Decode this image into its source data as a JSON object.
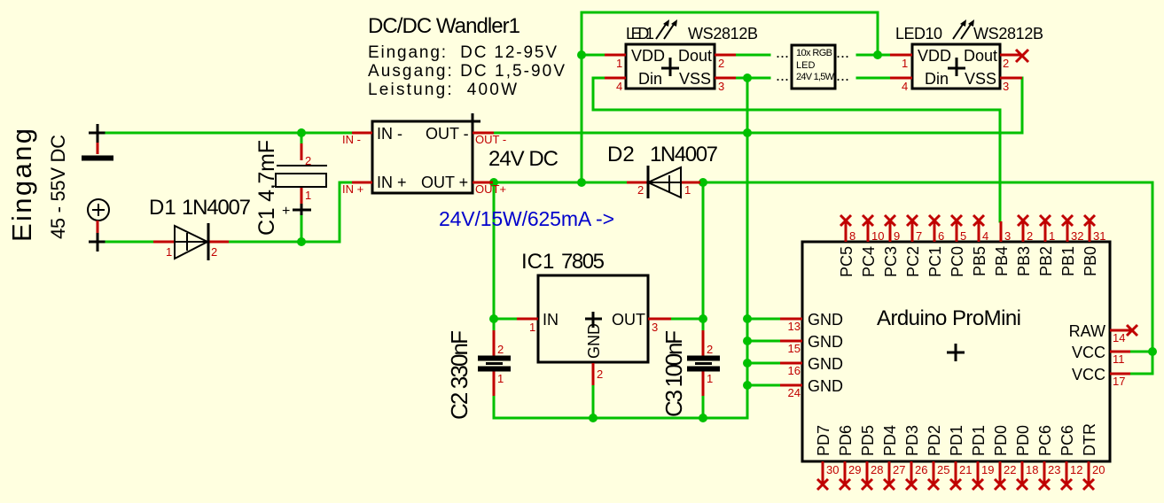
{
  "colors": {
    "background": "#FFFFE0",
    "wire": "#00C000",
    "pin": "#C00000",
    "outline": "#000000",
    "note": "#0000CC"
  },
  "input_connector": {
    "title": "Eingang",
    "voltage": "45 - 55V DC",
    "plus_symbol": "+"
  },
  "d1": {
    "name": "D1",
    "value": "1N4007",
    "pin1": "1",
    "pin2": "2"
  },
  "c1": {
    "label": "C1 4,7mF",
    "pin1": "1",
    "pin2": "2",
    "polarity": "+"
  },
  "dcdc": {
    "name": "DC/DC Wandler1",
    "spec_input": "Eingang:  DC 12-95V",
    "spec_output": "Ausgang: DC 1,5-90V",
    "spec_power": "Leistung:  400W",
    "in_minus": "IN -",
    "in_plus": "IN +",
    "out_minus": "OUT -",
    "out_plus": "OUT +",
    "pad_in_minus": "IN -",
    "pad_in_plus": "IN +",
    "pad_out_minus": "OUT -",
    "pad_out_plus": "OUT+",
    "output_label": "24V DC"
  },
  "note": "24V/15W/625mA ->",
  "d2": {
    "name": "D2",
    "value": "1N4007",
    "pin1": "1",
    "pin2": "2"
  },
  "ic1": {
    "name": "IC1",
    "value": "7805",
    "in": "IN",
    "out": "OUT",
    "gnd": "GND",
    "pin_in": "1",
    "pin_gnd": "2",
    "pin_out": "3"
  },
  "c2": {
    "label": "C2 330nF",
    "pin1": "1",
    "pin2": "2"
  },
  "c3": {
    "label": "C3 100nF",
    "pin1": "1",
    "pin2": "2"
  },
  "led1": {
    "name": "LED1",
    "value": "WS2812B",
    "vdd": "VDD",
    "dout": "Dout",
    "din": "Din",
    "vss": "VSS",
    "pin_vdd": "1",
    "pin_dout": "2",
    "pin_vss": "3",
    "pin_din": "4"
  },
  "led_chain": {
    "line1": "10x RGB",
    "line2": "LED",
    "line3": "24V 1,5W",
    "ellipsis": "..."
  },
  "led10": {
    "name": "LED10",
    "value": "WS2812B",
    "vdd": "VDD",
    "dout": "Dout",
    "din": "Din",
    "vss": "VSS",
    "pin_vdd": "1",
    "pin_dout": "2",
    "pin_vss": "3",
    "pin_din": "4"
  },
  "arduino": {
    "name": "Arduino ProMini",
    "top_pins": [
      {
        "name": "PC5",
        "number": "8",
        "nc": true
      },
      {
        "name": "PC4",
        "number": "10",
        "nc": true
      },
      {
        "name": "PC3",
        "number": "9",
        "nc": true
      },
      {
        "name": "PC2",
        "number": "7",
        "nc": true
      },
      {
        "name": "PC1",
        "number": "6",
        "nc": true
      },
      {
        "name": "PC0",
        "number": "5",
        "nc": true
      },
      {
        "name": "PB5",
        "number": "4",
        "nc": true
      },
      {
        "name": "PB4",
        "number": "3",
        "nc": false
      },
      {
        "name": "PB3",
        "number": "2",
        "nc": true
      },
      {
        "name": "PB2",
        "number": "1",
        "nc": true
      },
      {
        "name": "PB1",
        "number": "32",
        "nc": true
      },
      {
        "name": "PB0",
        "number": "31",
        "nc": true
      }
    ],
    "bottom_pins": [
      {
        "name": "PD7",
        "number": "30",
        "nc": true
      },
      {
        "name": "PD6",
        "number": "29",
        "nc": true
      },
      {
        "name": "PD5",
        "number": "28",
        "nc": true
      },
      {
        "name": "PD4",
        "number": "27",
        "nc": true
      },
      {
        "name": "PD3",
        "number": "26",
        "nc": true
      },
      {
        "name": "PD2",
        "number": "25",
        "nc": true
      },
      {
        "name": "PD1",
        "number": "21",
        "nc": true
      },
      {
        "name": "PD1",
        "number": "19",
        "nc": true
      },
      {
        "name": "PD0",
        "number": "22",
        "nc": true
      },
      {
        "name": "PD0",
        "number": "18",
        "nc": true
      },
      {
        "name": "PC6",
        "number": "23",
        "nc": true
      },
      {
        "name": "PC6",
        "number": "12",
        "nc": true
      },
      {
        "name": "DTR",
        "number": "20",
        "nc": true
      }
    ],
    "left_pins": [
      {
        "name": "GND",
        "number": "13"
      },
      {
        "name": "GND",
        "number": "15"
      },
      {
        "name": "GND",
        "number": "16"
      },
      {
        "name": "GND",
        "number": "24"
      }
    ],
    "right_pins": [
      {
        "name": "RAW",
        "number": "14",
        "nc": true
      },
      {
        "name": "VCC",
        "number": "11",
        "nc": false
      },
      {
        "name": "VCC",
        "number": "17",
        "nc": false
      }
    ]
  }
}
